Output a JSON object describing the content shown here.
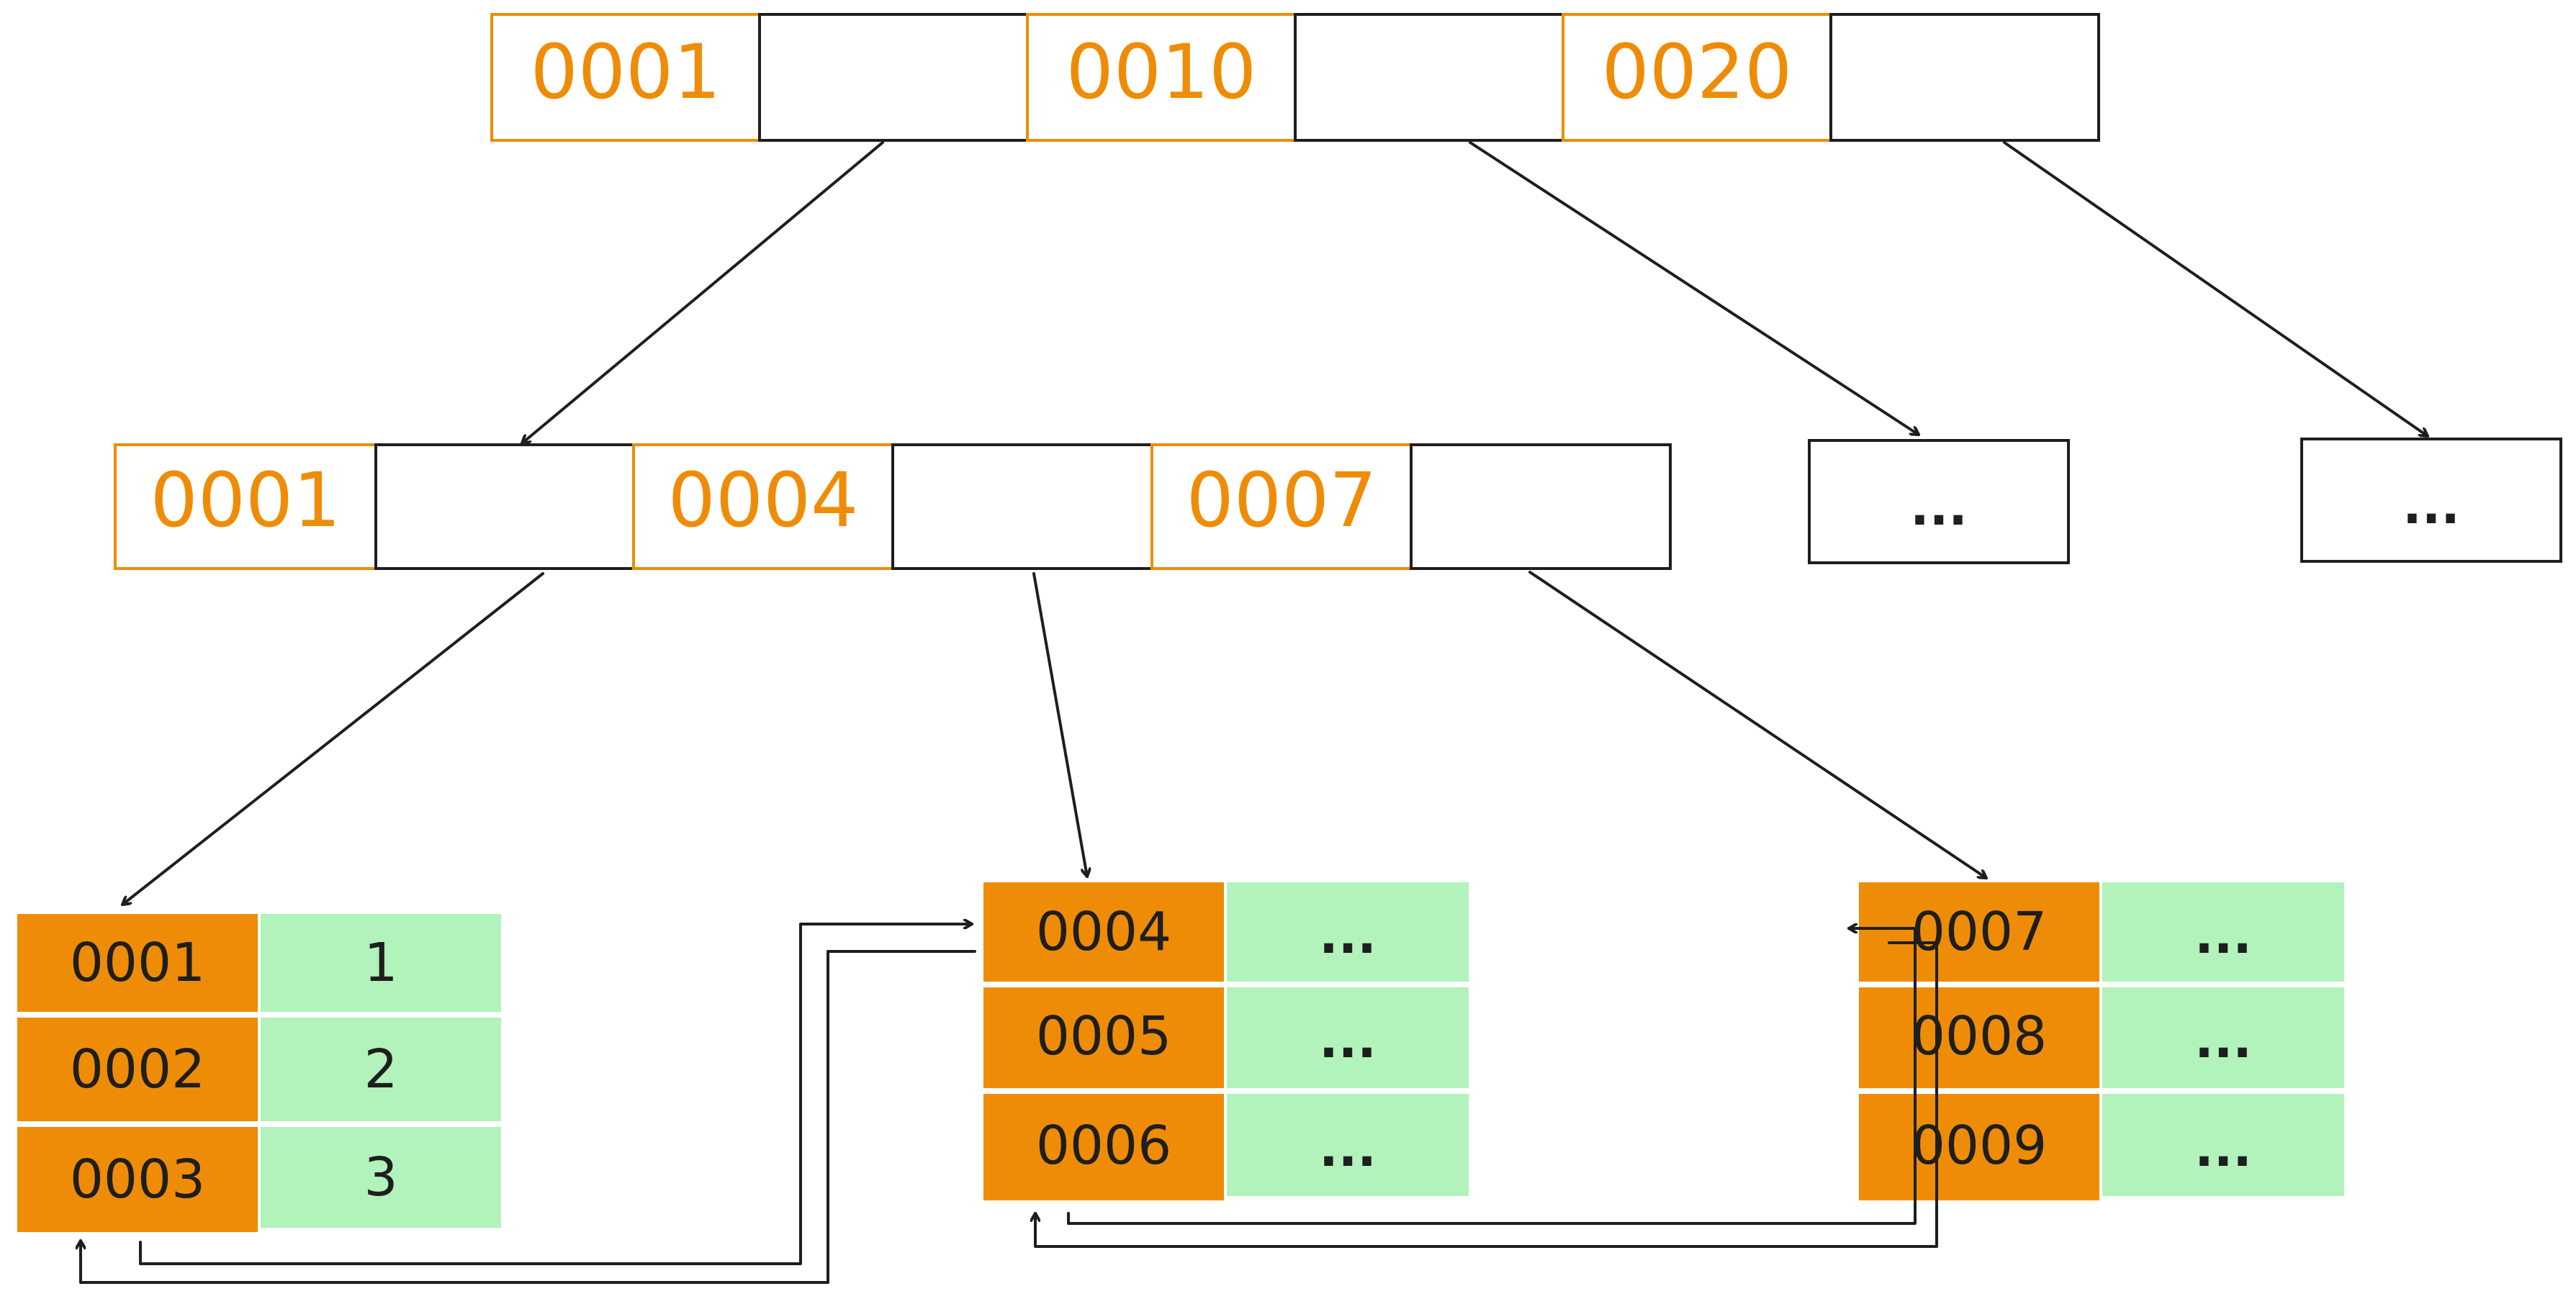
{
  "colors": {
    "key_orange": "#ef8c07",
    "leaf_green": "#b2f2bb",
    "stroke": "#1e1e1e",
    "background": "#ffffff"
  },
  "root": {
    "keys": [
      "0001",
      "0010",
      "0020"
    ]
  },
  "internal": {
    "keys": [
      "0001",
      "0004",
      "0007"
    ]
  },
  "collapsed_nodes": [
    {
      "label": "..."
    },
    {
      "label": "..."
    }
  ],
  "leaves": [
    {
      "rows": [
        {
          "key": "0001",
          "value": "1"
        },
        {
          "key": "0002",
          "value": "2"
        },
        {
          "key": "0003",
          "value": "3"
        }
      ]
    },
    {
      "rows": [
        {
          "key": "0004",
          "value": "..."
        },
        {
          "key": "0005",
          "value": "..."
        },
        {
          "key": "0006",
          "value": "..."
        }
      ]
    },
    {
      "rows": [
        {
          "key": "0007",
          "value": "..."
        },
        {
          "key": "0008",
          "value": "..."
        },
        {
          "key": "0009",
          "value": "..."
        }
      ]
    }
  ]
}
